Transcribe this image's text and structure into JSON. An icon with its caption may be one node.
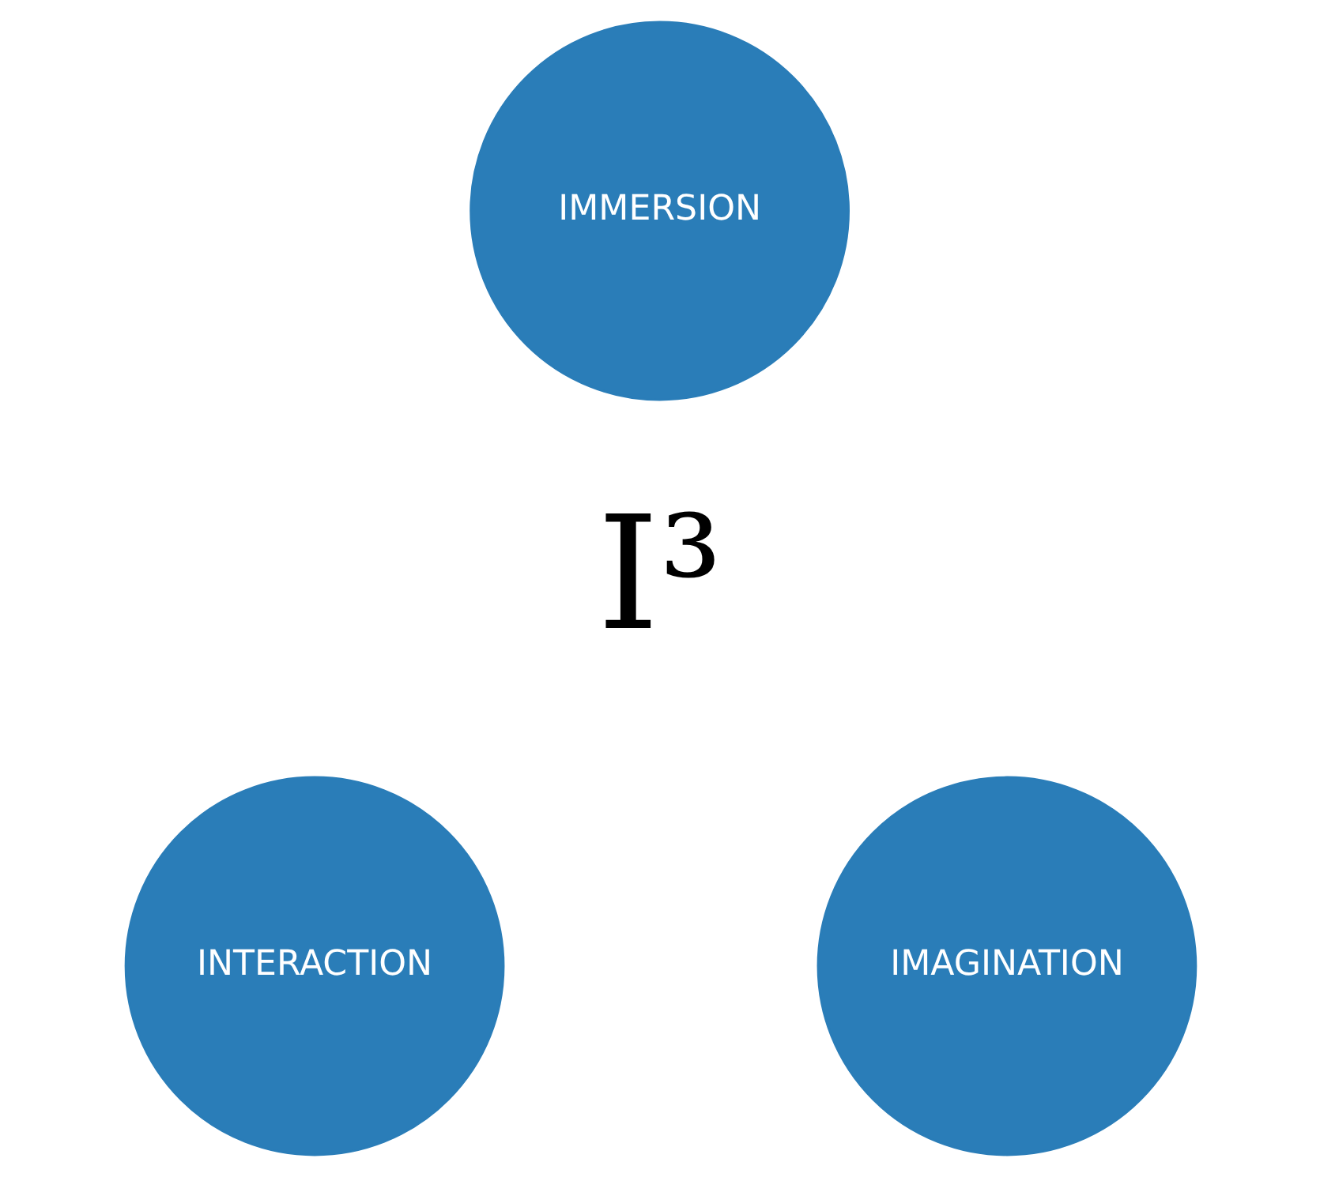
{
  "diagram": {
    "nodes": [
      {
        "text": [
          "IMMERSION"
        ]
      },
      {
        "text": [
          "INTERACTION"
        ]
      },
      {
        "text": [
          "IMAGINATION"
        ]
      }
    ],
    "labels": [
      "I³"
    ]
  }
}
